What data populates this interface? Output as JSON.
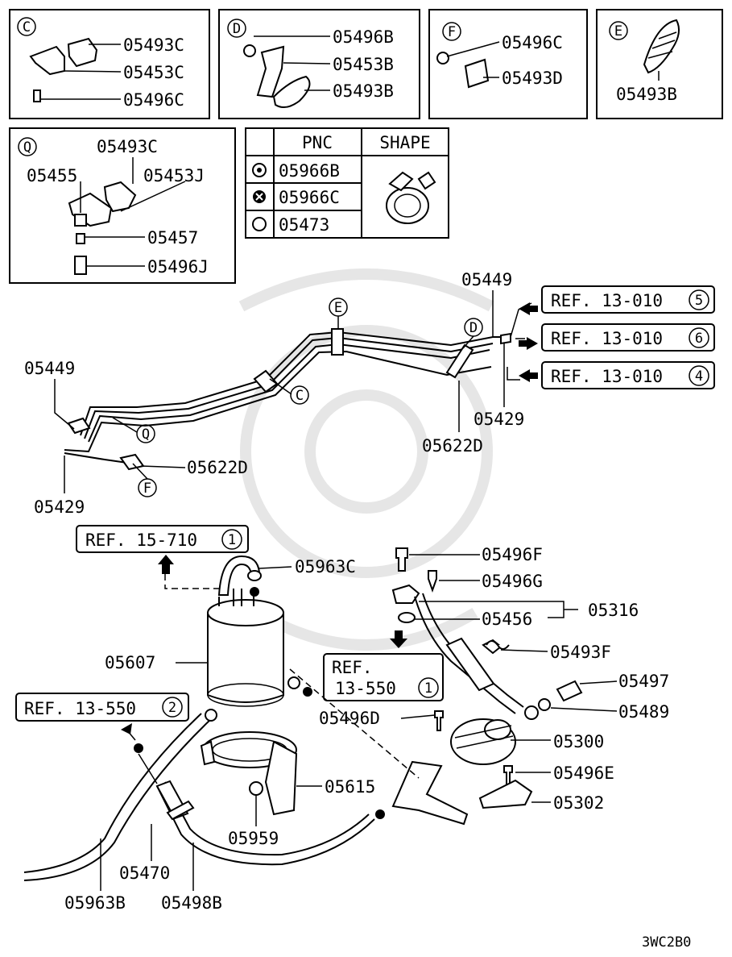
{
  "insets": {
    "C": {
      "letter": "C",
      "parts": [
        "05493C",
        "05453C",
        "05496C"
      ]
    },
    "D": {
      "letter": "D",
      "parts": [
        "05496B",
        "05453B",
        "05493B"
      ]
    },
    "F": {
      "letter": "F",
      "parts": [
        "05496C",
        "05493D"
      ]
    },
    "E": {
      "letter": "E",
      "parts": [
        "05493B"
      ]
    },
    "Q": {
      "letter": "Q",
      "parts": [
        "05493C",
        "05455",
        "05453J",
        "05457",
        "05496J"
      ]
    }
  },
  "pnc_table": {
    "headers": [
      "PNC",
      "SHAPE"
    ],
    "rows": [
      "05966B",
      "05966C",
      "05473"
    ]
  },
  "callouts": {
    "lines_area": [
      "05449",
      "05449",
      "05429",
      "05622D",
      "05429",
      "05622D"
    ],
    "letters": [
      "E",
      "D",
      "C",
      "Q",
      "F"
    ],
    "refs": {
      "ref5": {
        "text": "REF. 13-010",
        "num": "5"
      },
      "ref6": {
        "text": "REF. 13-010",
        "num": "6"
      },
      "ref4": {
        "text": "REF. 13-010",
        "num": "4"
      },
      "ref15": {
        "text": "REF. 15-710",
        "num": "1"
      },
      "ref13a_line1": "REF.",
      "ref13a_line2": "13-550",
      "ref13a_num": "1",
      "ref13b": {
        "text": "REF. 13-550",
        "num": "2"
      }
    },
    "lower": [
      "05963C",
      "05496F",
      "05496G",
      "05316",
      "05456",
      "05607",
      "05493F",
      "05497",
      "05489",
      "05496D",
      "05300",
      "05496E",
      "05615",
      "05302",
      "05959",
      "05470",
      "05963B",
      "05498B"
    ]
  },
  "diagram_code": "3WC2B0"
}
